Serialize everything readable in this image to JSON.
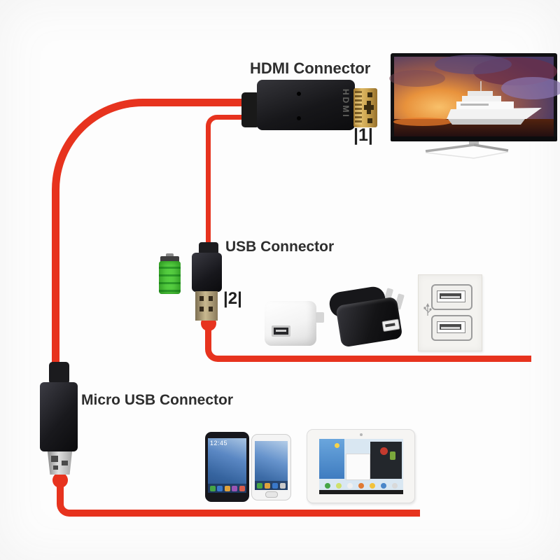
{
  "colors": {
    "cable_red": "#e7331e",
    "label_text": "#2e2e2e",
    "battery_green": "#55ce40",
    "hdmi_gold": "#c9a24e"
  },
  "annotations": {
    "hdmi_label": "HDMI Connector",
    "hdmi_step": "|1|",
    "usb_label": "USB Connector",
    "usb_step": "|2|",
    "micro_label": "Micro USB Connector"
  },
  "connector_markings": {
    "hdmi_plug_text": "HDMI"
  },
  "device_screens": {
    "phone_clock": "12:45"
  }
}
